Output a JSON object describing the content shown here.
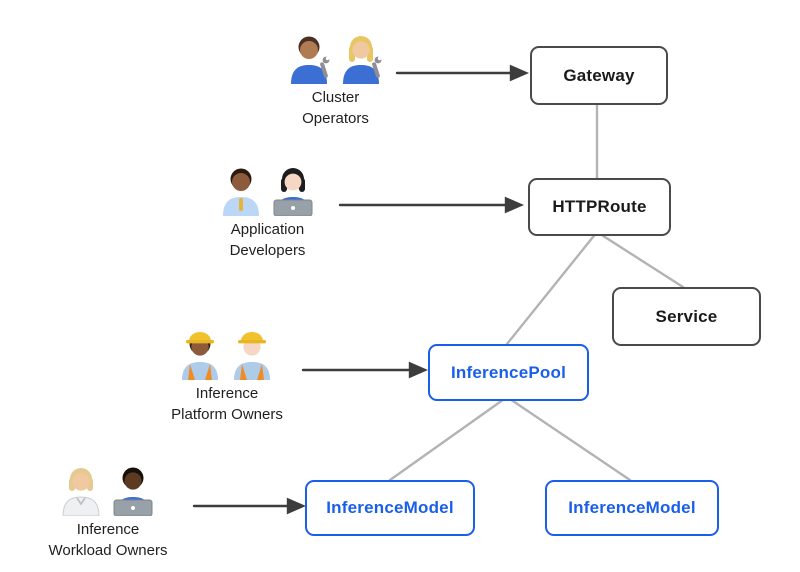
{
  "diagram": {
    "description": "Gateway API inference extension resource-ownership diagram",
    "colors": {
      "background": "#ffffff",
      "standard_node_border": "#4a4a4a",
      "standard_node_text": "#1b1b1b",
      "extension_node_border": "#1a5fea",
      "extension_node_text": "#1a5fea",
      "connector_line": "#b3b3b3",
      "arrow": "#3d3d3d"
    },
    "nodes": [
      {
        "id": "gateway",
        "label": "Gateway",
        "style": "standard"
      },
      {
        "id": "httproute",
        "label": "HTTPRoute",
        "style": "standard"
      },
      {
        "id": "service",
        "label": "Service",
        "style": "standard"
      },
      {
        "id": "inferencepool",
        "label": "InferencePool",
        "style": "extension"
      },
      {
        "id": "inferencemodel-1",
        "label": "InferenceModel",
        "style": "extension"
      },
      {
        "id": "inferencemodel-2",
        "label": "InferenceModel",
        "style": "extension"
      }
    ],
    "actors": [
      {
        "id": "cluster-operators",
        "line1": "Cluster",
        "line2": "Operators",
        "icons": "man-mechanic-emoji, woman-mechanic-emoji",
        "points_to": "gateway"
      },
      {
        "id": "application-developers",
        "line1": "Application",
        "line2": "Developers",
        "icons": "man-office-worker-emoji, woman-technologist-emoji",
        "points_to": "httproute"
      },
      {
        "id": "inference-platform-owners",
        "line1": "Inference",
        "line2": "Platform Owners",
        "icons": "woman-construction-worker-emoji, man-construction-worker-emoji",
        "points_to": "inferencepool"
      },
      {
        "id": "inference-workload-owners",
        "line1": "Inference",
        "line2": "Workload Owners",
        "icons": "health-worker-emoji, man-technologist-emoji",
        "points_to": "inferencemodel-1"
      }
    ],
    "edges": [
      {
        "from": "gateway",
        "to": "httproute"
      },
      {
        "from": "httproute",
        "to": "service"
      },
      {
        "from": "httproute",
        "to": "inferencepool"
      },
      {
        "from": "inferencepool",
        "to": "inferencemodel-1"
      },
      {
        "from": "inferencepool",
        "to": "inferencemodel-2"
      }
    ]
  }
}
